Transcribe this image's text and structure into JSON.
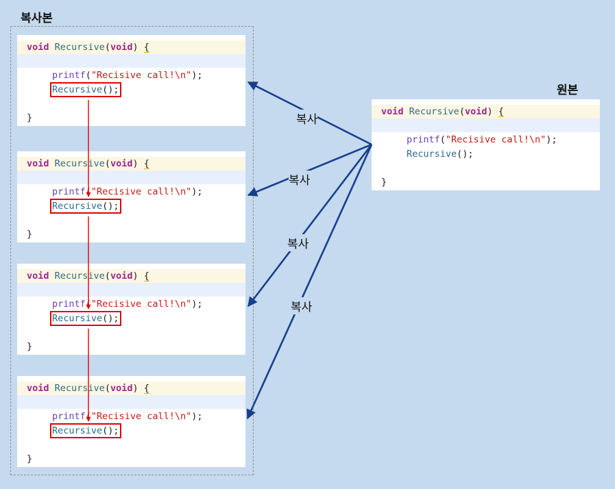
{
  "labels": {
    "copies": "복사본",
    "original": "원본",
    "copy_edge": "복사"
  },
  "code": {
    "l1_type": "void",
    "l1_name": "Recursive",
    "l1_open": "(",
    "l1_param": "void",
    "l1_close": ")",
    "l1_brace": "{",
    "l3_fn": "printf",
    "l3_open": "(",
    "l3_str": "\"Recisive call!\\n\"",
    "l3_end": ");",
    "l4_call": "Recursive",
    "l4_end": "();",
    "l5_close": "}"
  },
  "colors": {
    "background": "#c5daee",
    "copy_arrow": "#163f8c",
    "call_arrow": "#e00000",
    "highlight_box": "#e00000"
  }
}
